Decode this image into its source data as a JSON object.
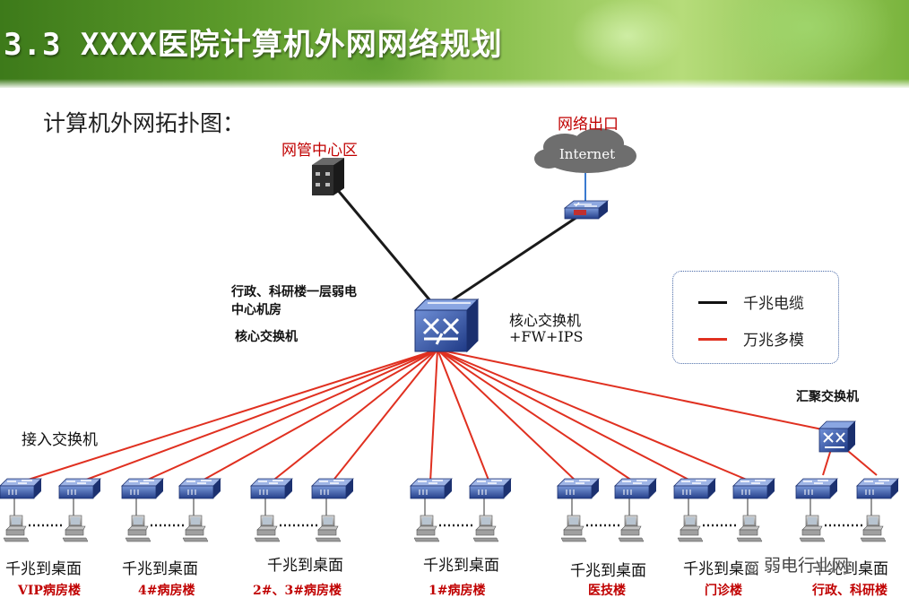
{
  "header": {
    "title": "3.3 XXXX医院计算机外网网络规划"
  },
  "subtitle": "计算机外网拓扑图：",
  "labels": {
    "nms_zone": "网管中心区",
    "net_exit": "网络出口",
    "internet": "Internet",
    "room_line1": "行政、科研楼一层弱电",
    "room_line2": "中心机房",
    "room_line3": "核心交换机",
    "core_line1": "核心交换机",
    "core_line2": "+FW+IPS",
    "access_switch": "接入交换机",
    "aggregation_switch": "汇聚交换机"
  },
  "legend": {
    "items": [
      {
        "label": "千兆电缆",
        "color": "#111111"
      },
      {
        "label": "万兆多模",
        "color": "#e03020"
      }
    ]
  },
  "groups": [
    {
      "desktop": "千兆到桌面",
      "building": "VIP病房楼"
    },
    {
      "desktop": "千兆到桌面",
      "building": "4#病房楼"
    },
    {
      "desktop": "千兆到桌面",
      "building": "2#、3#病房楼"
    },
    {
      "desktop": "千兆到桌面",
      "building": "1#病房楼"
    },
    {
      "desktop": "千兆到桌面",
      "building": "医技楼"
    },
    {
      "desktop": "千兆到桌面",
      "building": "门诊楼"
    },
    {
      "desktop": "千兆到桌面",
      "building": "行政、科研楼"
    }
  ],
  "watermark": "弱电行业网",
  "colors": {
    "fiber": "#e03020",
    "copper": "#111111",
    "label_red": "#c00000",
    "switch_blue": "#2b4c9a"
  }
}
